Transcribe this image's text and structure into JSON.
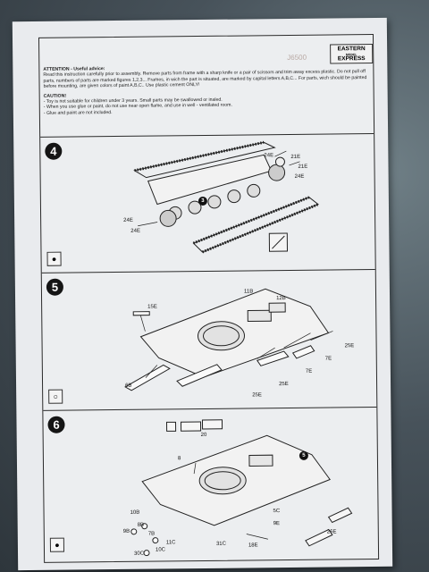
{
  "stamp": "J6500",
  "logo": {
    "line1": "EASTERN",
    "line2": "MODEL",
    "line3": "EXPRESS"
  },
  "notes": {
    "attention_title": "ATTENTION - Useful advice:",
    "attention_text": "Read this instruction carefully prior to assembly. Remove parts from frame with a sharp knife or a pair of scissors and trim away excess plastic. Do not pull off parts, numbers of parts are marked figures 1,2,3... Frames, in wich the part is situated, are marked by capital letters A,B,C... For parts, wich should be painted before mounting, are given colors of paint A,B,C.. Use plastic cement ONLY!",
    "caution_title": "CAUTION!",
    "caution_items": [
      "- Toy is not suitable for children under 3 years. Small parts may be swallowed or inaled.",
      "- When you use glue or paint, do not use near open flame, and use in well - ventilated room.",
      "- Glue and paint are not included."
    ]
  },
  "steps": [
    {
      "number": "4",
      "labels": [
        "24E",
        "21E",
        "21E",
        "24E",
        "24E",
        "24E",
        "3"
      ]
    },
    {
      "number": "5",
      "labels": [
        "11B",
        "12B",
        "15E",
        "25E",
        "7E",
        "7E",
        "6B",
        "25E",
        "25E"
      ]
    },
    {
      "number": "6",
      "labels": [
        "20",
        "8",
        "5",
        "10B",
        "8B",
        "9B",
        "7B",
        "5C",
        "9E",
        "26E",
        "11C",
        "31C",
        "18E",
        "30C",
        "10C"
      ]
    }
  ]
}
